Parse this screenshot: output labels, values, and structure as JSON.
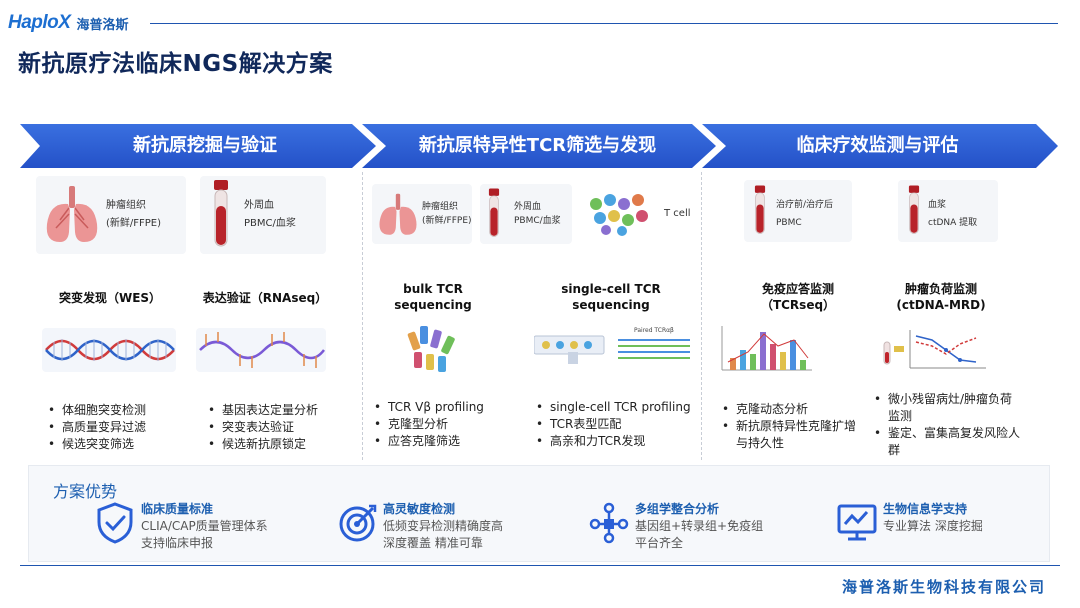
{
  "header": {
    "logo_en": "HaploX",
    "logo_cn": "海普洛斯",
    "title": "新抗原疗法临床NGS解决方案"
  },
  "stages": [
    {
      "label": "新抗原挖掘与验证"
    },
    {
      "label": "新抗原特异性TCR筛选与发现"
    },
    {
      "label": "临床疗效监测与评估"
    }
  ],
  "col1": {
    "sample1": {
      "line1": "肿瘤组织",
      "line2": "(新鲜/FFPE)"
    },
    "sample2": {
      "line1": "外周血",
      "line2": "PBMC/血浆"
    },
    "method1": "突变发现（WES）",
    "method2": "表达验证（RNAseq）",
    "bullets1": [
      "体细胞突变检测",
      "高质量变异过滤",
      "候选突变筛选"
    ],
    "bullets2": [
      "基因表达定量分析",
      "突变表达验证",
      "候选新抗原锁定"
    ]
  },
  "col2": {
    "sample1": {
      "line1": "肿瘤组织",
      "line2": "(新鲜/FFPE)"
    },
    "sample2": {
      "line1": "外周血",
      "line2": "PBMC/血浆"
    },
    "sample3": "T cell",
    "method1": {
      "line1": "bulk TCR",
      "line2": "sequencing"
    },
    "method2": {
      "line1": "single-cell TCR",
      "line2": "sequencing"
    },
    "paired_label": "Paired TCRαβ",
    "bullets1": [
      "TCR Vβ profiling",
      "克隆型分析",
      "应答克隆筛选"
    ],
    "bullets2": [
      "single-cell TCR profiling",
      "TCR表型匹配",
      "高亲和力TCR发现"
    ]
  },
  "col3": {
    "sample1": {
      "line1": "治疗前/治疗后",
      "line2": "PBMC"
    },
    "sample2": {
      "line1": "血浆",
      "line2": "ctDNA 提取"
    },
    "method1": {
      "line1": "免疫应答监测",
      "line2": "（TCRseq）"
    },
    "method2": {
      "line1": "肿瘤负荷监测",
      "line2": "(ctDNA-MRD)"
    },
    "bullets1": [
      "克隆动态分析",
      "新抗原特异性克隆扩增与持久性"
    ],
    "bullets2": [
      "微小残留病灶/肿瘤负荷监测",
      "鉴定、富集高复发风险人群"
    ]
  },
  "advantages": {
    "title": "方案优势",
    "items": [
      {
        "name": "临床质量标准",
        "desc1": "CLIA/CAP质量管理体系",
        "desc2": "支持临床申报",
        "icon": "shield-check-icon"
      },
      {
        "name": "高灵敏度检测",
        "desc1": "低频变异检测精确度高",
        "desc2": "深度覆盖 精准可靠",
        "icon": "target-icon"
      },
      {
        "name": "多组学整合分析",
        "desc1": "基因组+转录组+免疫组",
        "desc2": "平台齐全",
        "icon": "network-icon"
      },
      {
        "name": "生物信息学支持",
        "desc1": "专业算法 深度挖掘",
        "desc2": "",
        "icon": "monitor-chart-icon"
      }
    ]
  },
  "footer": {
    "company": "海普洛斯生物科技有限公司"
  },
  "colors": {
    "accent": "#1d5fb0",
    "banner": "#2a5fd6",
    "lung": "#e98c8c",
    "blood": "#c0242b"
  }
}
